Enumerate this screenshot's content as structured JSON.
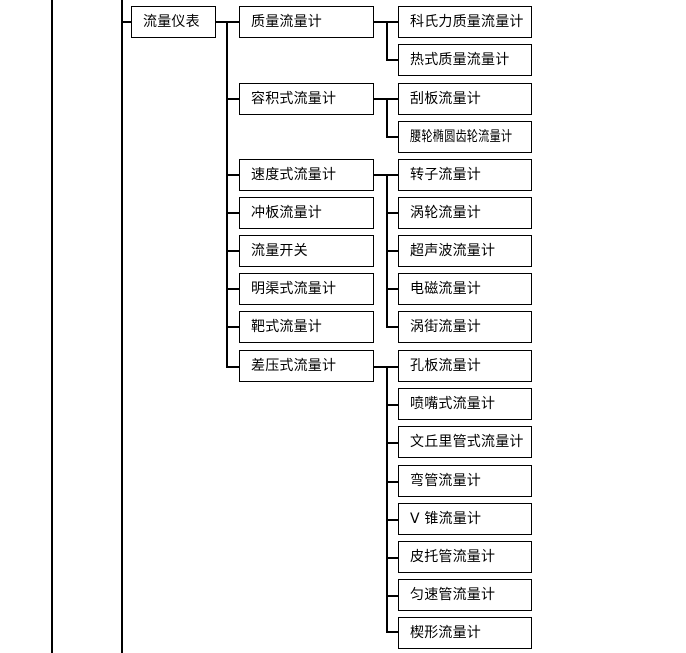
{
  "diagram": {
    "type": "tree",
    "title": "流量仪表",
    "root": {
      "label": "流量仪表"
    },
    "level2": [
      {
        "label": "质量流量计"
      },
      {
        "label": "容积式流量计"
      },
      {
        "label": "速度式流量计"
      },
      {
        "label": "冲板流量计"
      },
      {
        "label": "流量开关"
      },
      {
        "label": "明渠式流量计"
      },
      {
        "label": "靶式流量计"
      },
      {
        "label": "差压式流量计"
      }
    ],
    "level3": [
      {
        "label": "科氏力质量流量计"
      },
      {
        "label": "热式质量流量计"
      },
      {
        "label": "刮板流量计"
      },
      {
        "label": "腰轮椭圆齿轮流量计"
      },
      {
        "label": "转子流量计"
      },
      {
        "label": "涡轮流量计"
      },
      {
        "label": "超声波流量计"
      },
      {
        "label": "电磁流量计"
      },
      {
        "label": "涡街流量计"
      },
      {
        "label": "孔板流量计"
      },
      {
        "label": "喷嘴式流量计"
      },
      {
        "label": "文丘里管式流量计"
      },
      {
        "label": "弯管流量计"
      },
      {
        "label": "V 锥流量计"
      },
      {
        "label": "皮托管流量计"
      },
      {
        "label": "匀速管流量计"
      },
      {
        "label": "楔形流量计"
      }
    ],
    "colors": {
      "line": "#000000",
      "box_border": "#000000",
      "box_fill": "#ffffff",
      "text": "#000000",
      "background": "#ffffff"
    }
  }
}
